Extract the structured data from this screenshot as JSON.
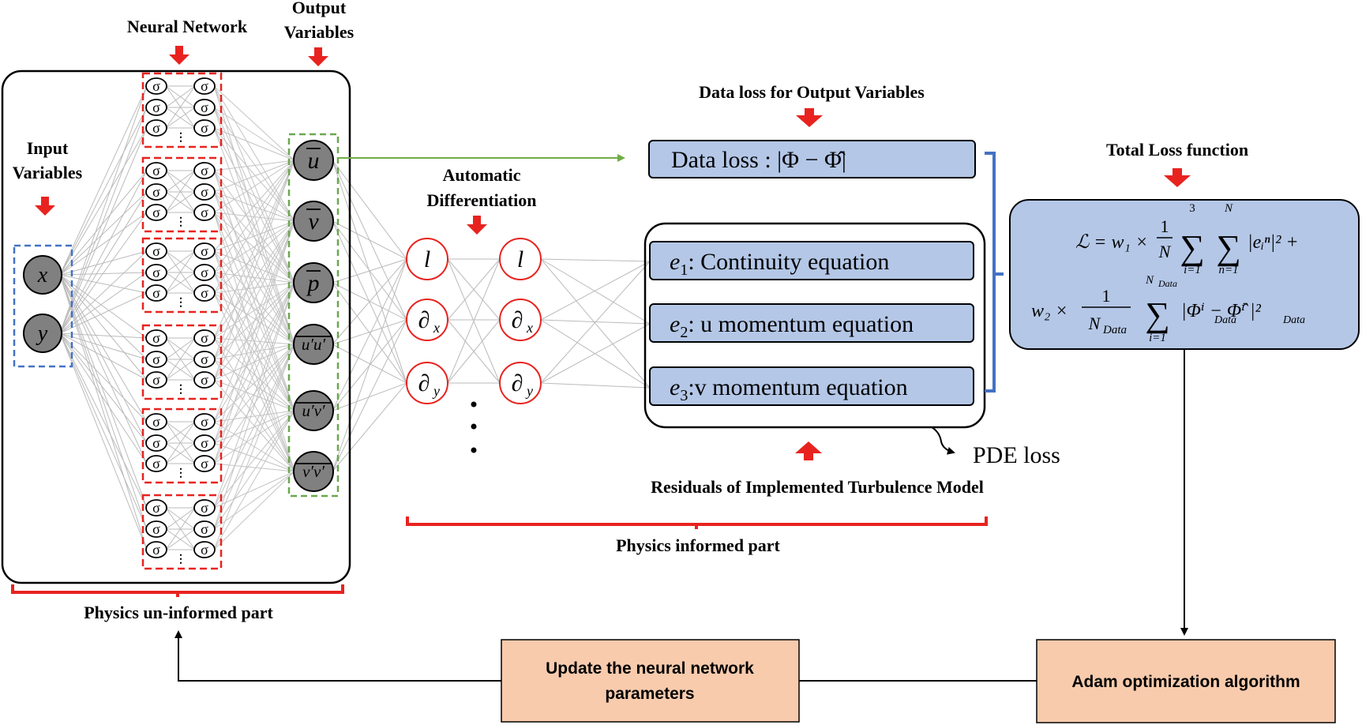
{
  "colors": {
    "red": "#e8231f",
    "blue_dash": "#4472c4",
    "green_dash": "#6aa84f",
    "green_arrow": "#70ad47",
    "box_fill": "#b4c7e7",
    "orange_fill": "#f8cbad",
    "node_fill": "#808080",
    "conn": "#b8b8b8"
  },
  "headers": {
    "neural_network": "Neural Network",
    "output_variables_1": "Output",
    "output_variables_2": "Variables",
    "input_variables_1": "Input",
    "input_variables_2": "Variables",
    "automatic_1": "Automatic",
    "automatic_2": "Differentiation",
    "data_loss_header": "Data loss for Output Variables",
    "total_loss_header": "Total Loss function",
    "residuals": "Residuals of Implemented Turbulence Model",
    "physics_informed": "Physics informed part",
    "physics_uninformed": "Physics un-informed part",
    "pde_loss": "PDE loss"
  },
  "input_nodes": [
    "x",
    "y"
  ],
  "hidden_node_symbol": "σ",
  "output_nodes": [
    "u",
    "v",
    "p",
    "u′u′",
    "u′v′",
    "v′v′"
  ],
  "ad_col1": [
    "l",
    "∂",
    "∂"
  ],
  "ad_col1_sub": [
    "",
    "x",
    "y"
  ],
  "ad_col2": [
    "l",
    "∂",
    "∂"
  ],
  "ad_col2_sub": [
    "",
    "x",
    "y"
  ],
  "data_loss_box": "Data loss : |Φ − Φ̂|",
  "equations": [
    {
      "sym": "e",
      "sub": "1",
      "text": ": Continuity equation"
    },
    {
      "sym": "e",
      "sub": "2",
      "text": ": u momentum equation"
    },
    {
      "sym": "e",
      "sub": "3",
      "text": ":v momentum equation"
    }
  ],
  "total_loss": {
    "line1_lhs": "ℒ = w₁ × ",
    "frac1_num": "1",
    "frac1_den": "N",
    "sum1_top": "3",
    "sum1_bot": "i=1",
    "sum2_top": "N",
    "sum2_bot": "n=1",
    "term1": "|eᵢⁿ|² +",
    "line2_lhs": "w₂ × ",
    "frac2_num": "1",
    "frac2_den": "N",
    "frac2_den_sub": "Data",
    "sum3_top": "N",
    "sum3_top_sub": "Data",
    "sum3_bot": "i=1",
    "term2": "|Φⁱ   − Φ̂ⁱ   |²",
    "term2_sub": "Data"
  },
  "bottom": {
    "update_1": "Update the neural network",
    "update_2": "parameters",
    "adam": "Adam optimization algorithm"
  }
}
